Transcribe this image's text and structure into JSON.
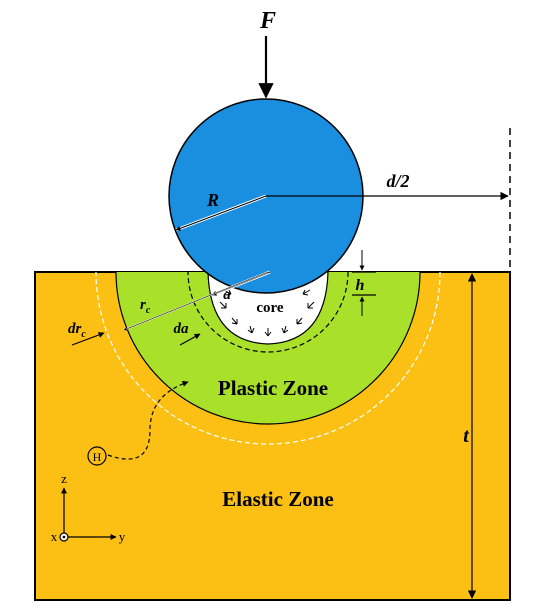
{
  "labels": {
    "force": "F",
    "radius": "R",
    "half_spacing": "d/2",
    "depth": "h",
    "thickness": "t",
    "core": "core",
    "contact_radius": "a",
    "contact_increment": "da",
    "zone_radius": "r",
    "zone_radius_sub": "c",
    "zone_increment": "dr",
    "zone_increment_sub": "c",
    "plastic_zone": "Plastic Zone",
    "elastic_zone": "Elastic Zone",
    "hydrogen": "H",
    "axis_z": "z",
    "axis_x": "x",
    "axis_y": "y"
  },
  "colors": {
    "sphere": "#1a8fe0",
    "plastic": "#a8e02a",
    "elastic": "#fcc015",
    "core": "#ffffff",
    "stroke": "#000000"
  }
}
